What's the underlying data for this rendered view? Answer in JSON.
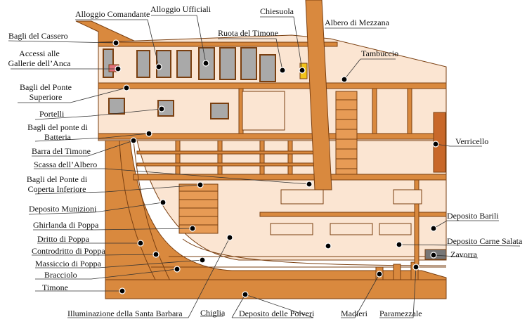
{
  "colors": {
    "hull": "#d9893e",
    "hull_dark": "#8a4a14",
    "interior": "#fbe5d2",
    "window": "#a9a9a9",
    "red_detail": "#e0707a",
    "yellow": "#f2c318",
    "verricello": "#c8682a"
  },
  "labels": {
    "alloggio_comandante": "Alloggio Comandante",
    "alloggio_ufficiali": "Alloggio Ufficiali",
    "chiesuola": "Chiesuola",
    "albero_mezzana": "Albero di Mezzana",
    "bagli_cassero": "Bagli del Cassero",
    "ruota_timone": "Ruota del Timone",
    "accessi_1": "Accessi alle",
    "accessi_2": "Gallerie dell’Anca",
    "tambuccio": "Tambuccio",
    "bagli_superiore_1": "Bagli del Ponte",
    "bagli_superiore_2": "Superiore",
    "portelli": "Portelli",
    "bagli_batteria_1": "Bagli del ponte di",
    "bagli_batteria_2": "Batteria",
    "verricello": "Verricello",
    "barra_timone": "Barra del Timone",
    "scassa_albero": "Scassa dell’Albero",
    "bagli_inferiore_1": "Bagli del Ponte di",
    "bagli_inferiore_2": "Coperta Inferiore",
    "deposito_munizioni": "Deposito Munizioni",
    "ghirlanda": "Ghirlanda di Poppa",
    "dritto": "Dritto di Poppa",
    "controdritto": "Controdritto di Poppa",
    "massiccio": "Massiccio di Poppa",
    "bracciolo": "Bracciolo",
    "timone": "Timone",
    "deposito_barili": "Deposito Barili",
    "deposito_carne": "Deposito Carne Salata",
    "zavorra": "Zavorra",
    "illuminazione": "Illuminazione della Santa Barbara",
    "chiglia": "Chiglia",
    "deposito_polveri": "Deposito delle Polveri",
    "madieri": "Madieri",
    "paramezzale": "Paramezzale"
  }
}
